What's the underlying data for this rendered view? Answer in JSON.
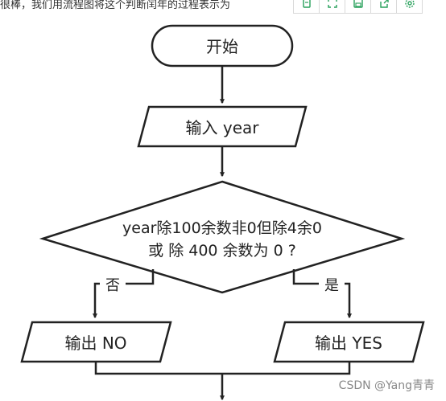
{
  "intro_text": "很棒，我们用流程图将这个判断闰年的过程表示为",
  "toolbar": {
    "icons": [
      "copy-icon",
      "fullscreen-icon",
      "save-icon",
      "share-icon",
      "settings-icon"
    ],
    "accent": "#27a05a"
  },
  "flowchart": {
    "start": "开始",
    "input": "输入 year",
    "decision_line1": "year除100余数非0但除4余0",
    "decision_line2": "或 除 400 余数为 0 ?",
    "no_branch_label": "否",
    "yes_branch_label": "是",
    "output_no": "输出 NO",
    "output_yes": "输出 YES"
  },
  "watermark": "CSDN @Yang青青"
}
